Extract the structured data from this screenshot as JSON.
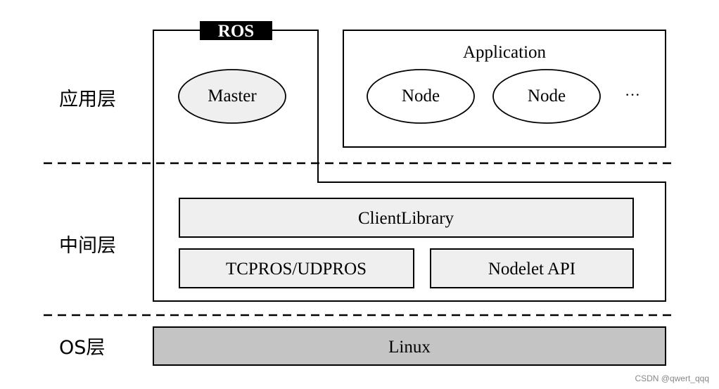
{
  "layers": {
    "app": "应用层",
    "middle": "中间层",
    "os": "OS层"
  },
  "ros_badge": "ROS",
  "master": "Master",
  "application": {
    "title": "Application",
    "nodes": [
      "Node",
      "Node"
    ],
    "more": "···"
  },
  "middleware": {
    "client_library": "ClientLibrary",
    "transport": "TCPROS/UDPROS",
    "nodelet": "Nodelet API"
  },
  "os_box": "Linux",
  "watermark": "CSDN @qwert_qqq",
  "colors": {
    "light_fill": "#efefef",
    "dark_fill": "#c4c4c4",
    "stroke": "#000000",
    "badge_bg": "#000000",
    "badge_text": "#ffffff"
  }
}
